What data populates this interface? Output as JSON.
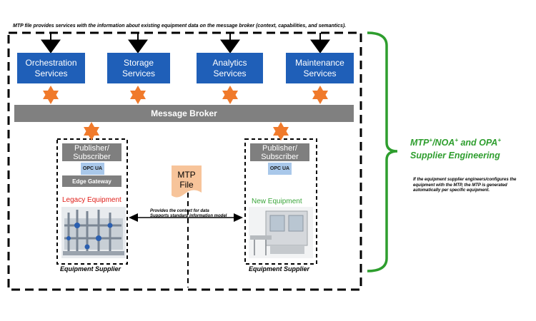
{
  "top_note": "MTP file provides services with the information about existing equipment data on the message broker (context, capabilities, and semantics).",
  "services": [
    {
      "label": "Orchestration Services"
    },
    {
      "label": "Storage Services"
    },
    {
      "label": "Analytics Services"
    },
    {
      "label": "Maintenance Services"
    }
  ],
  "message_broker": "Message Broker",
  "left_stack": {
    "pubsub": "Publisher/ Subscriber",
    "opc": "OPC UA",
    "edge_gateway": "Edge Gateway",
    "equipment_label": "Legacy Equipment",
    "supplier": "Equipment Supplier"
  },
  "right_stack": {
    "pubsub": "Publisher/ Subscriber",
    "opc": "OPC UA",
    "equipment_label": "New Equipment",
    "supplier": "Equipment Supplier"
  },
  "mtp_file": "MTP File",
  "context_note": {
    "line1": "Provides the context for data",
    "line2": "Supports standard information model"
  },
  "green_title": {
    "p1": "MTP",
    "p2": "/NOA",
    "p3": "and OPA",
    "sup": "+",
    "line2": "Supplier Engineering"
  },
  "side_note": "If the equipment supplier engineers/configures the equipment with the MTP, the MTP is generated automatically per specific equipment.",
  "colors": {
    "service_blue": "#1f5fb8",
    "connector_orange": "#f07a2b",
    "broker_gray": "#808080",
    "green": "#2e9e2e",
    "legacy_red": "#e0201b"
  }
}
